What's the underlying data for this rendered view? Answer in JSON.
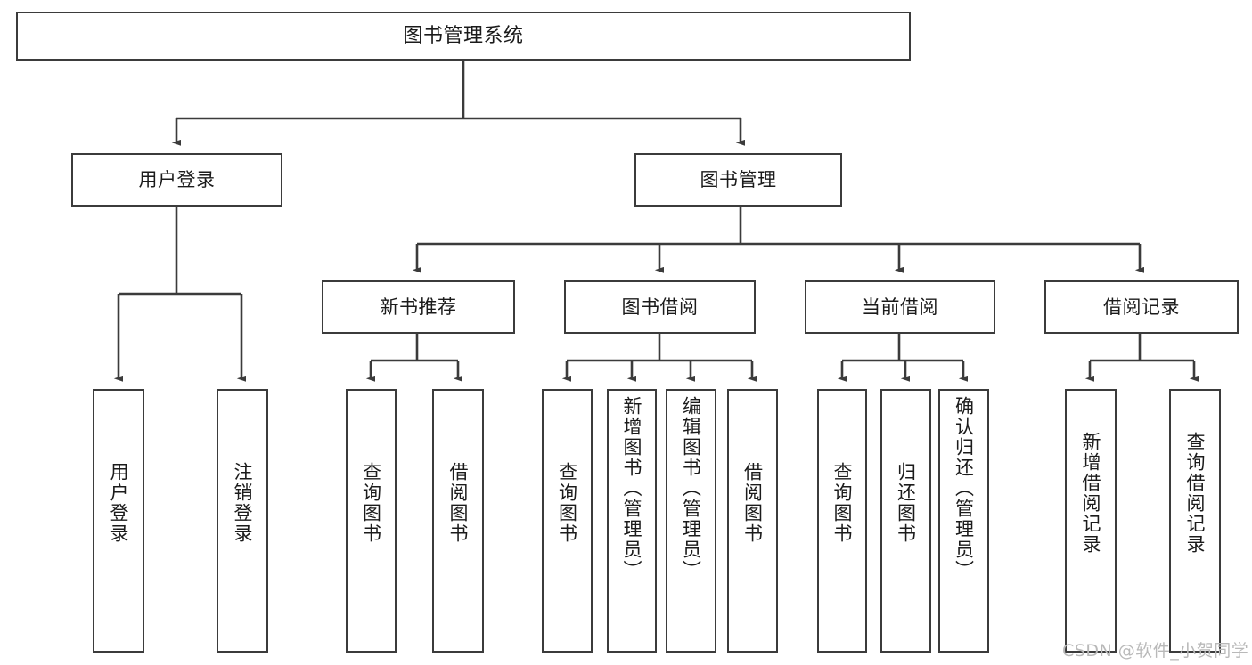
{
  "diagram": {
    "title": "图书管理系统",
    "type": "tree-hierarchy-chart",
    "colors": {
      "box_border": "#3b3b3b",
      "box_fill": "#ffffff",
      "edge": "#3b3b3b",
      "text": "#1b1b1b",
      "watermark": "#b9b9b9",
      "background": "#ffffff"
    },
    "watermark": "CSDN @软件_小贺同学",
    "nodes": {
      "root": {
        "label": "图书管理系统"
      },
      "level1": [
        {
          "id": "user-login",
          "label": "用户登录"
        },
        {
          "id": "book-manage",
          "label": "图书管理"
        }
      ],
      "level2": [
        {
          "id": "new-book-recommend",
          "label": "新书推荐"
        },
        {
          "id": "book-borrow",
          "label": "图书借阅"
        },
        {
          "id": "current-borrow",
          "label": "当前借阅"
        },
        {
          "id": "borrow-record",
          "label": "借阅记录"
        }
      ],
      "leaves": [
        {
          "id": "leaf-user-login",
          "label": "用户登录",
          "parent": "user-login"
        },
        {
          "id": "leaf-logout-login",
          "label": "注销登录",
          "parent": "user-login"
        },
        {
          "id": "leaf-query-book-1",
          "label": "查询图书",
          "parent": "new-book-recommend"
        },
        {
          "id": "leaf-borrow-book-1",
          "label": "借阅图书",
          "parent": "new-book-recommend"
        },
        {
          "id": "leaf-query-book-2",
          "label": "查询图书",
          "parent": "book-borrow"
        },
        {
          "id": "leaf-add-book",
          "label": "新增图书（管理员）",
          "parent": "book-borrow"
        },
        {
          "id": "leaf-edit-book",
          "label": "编辑图书（管理员）",
          "parent": "book-borrow"
        },
        {
          "id": "leaf-borrow-book-2",
          "label": "借阅图书",
          "parent": "book-borrow"
        },
        {
          "id": "leaf-query-book-3",
          "label": "查询图书",
          "parent": "current-borrow"
        },
        {
          "id": "leaf-return-book",
          "label": "归还图书",
          "parent": "current-borrow"
        },
        {
          "id": "leaf-confirm-return",
          "label": "确认归还（管理员）",
          "parent": "current-borrow"
        },
        {
          "id": "leaf-add-record",
          "label": "新增借阅记录",
          "parent": "borrow-record"
        },
        {
          "id": "leaf-query-record",
          "label": "查询借阅记录",
          "parent": "borrow-record"
        }
      ]
    }
  }
}
